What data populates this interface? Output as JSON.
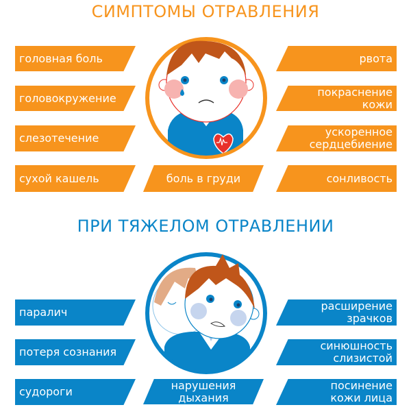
{
  "section1": {
    "title": "СИМПТОМЫ ОТРАВЛЕНИЯ",
    "left": [
      "головная боль",
      "головокружение",
      "слезотечение",
      "сухой кашель"
    ],
    "center": "боль в груди",
    "right": [
      "рвота",
      "покраснение кожи",
      "ускоренное сердцебиение",
      "сонливость"
    ],
    "color": "#f7941d"
  },
  "section2": {
    "title": "ПРИ ТЯЖЕЛОМ ОТРАВЛЕНИИ",
    "left": [
      "паралич",
      "потеря сознания",
      "судороги"
    ],
    "center": "нарушения дыхания",
    "right": [
      "расширение зрачков",
      "синюшность слизистой",
      "посинение кожи лица"
    ],
    "color": "#0a85c8"
  }
}
